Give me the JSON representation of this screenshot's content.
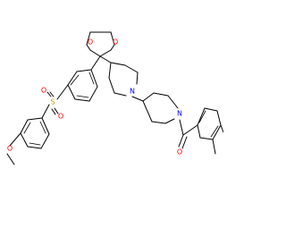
{
  "molecule": {
    "atom_labels": {
      "ketal_o_top": "O",
      "ketal_o_bottom": "O",
      "sulfonyl_s": "S",
      "sulfonyl_o_top": "O",
      "sulfonyl_o_bottom": "O",
      "methoxy_o": "O",
      "piperidine_n1": "N",
      "piperidine_n2": "N",
      "carbonyl_o": "O"
    },
    "colors": {
      "bond": "#000000",
      "oxygen": "#ff0000",
      "nitrogen": "#0000ff",
      "sulfur": "#b8a000",
      "background": "#ffffff"
    }
  }
}
